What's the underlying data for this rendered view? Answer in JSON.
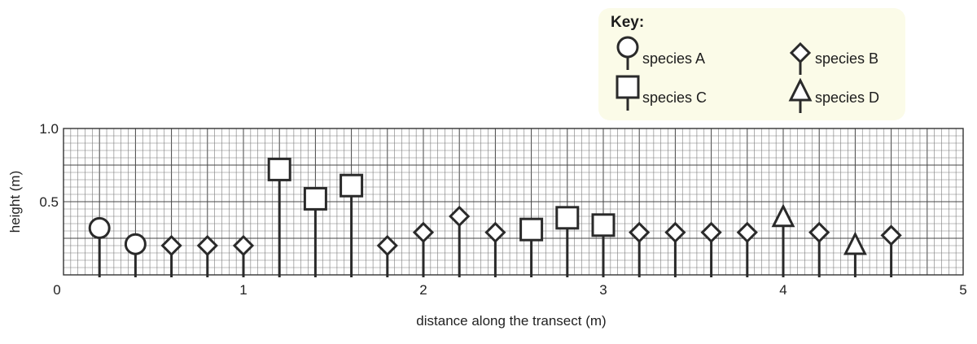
{
  "chart_data": {
    "type": "scatter",
    "title": "",
    "xlabel": "distance along the transect (m)",
    "ylabel": "height (m)",
    "xlim": [
      0,
      5
    ],
    "ylim": [
      0,
      1.0
    ],
    "x_ticks": [
      "0",
      "1",
      "2",
      "3",
      "4",
      "5"
    ],
    "y_ticks": [
      "0.5",
      "1.0"
    ],
    "grid": true,
    "legend": {
      "title": "Key:",
      "placement": "top-right"
    },
    "series": [
      {
        "name": "species A",
        "marker": "circle",
        "points": [
          [
            0.2,
            0.32
          ],
          [
            0.4,
            0.21
          ]
        ]
      },
      {
        "name": "species B",
        "marker": "diamond",
        "points": [
          [
            0.6,
            0.2
          ],
          [
            0.8,
            0.2
          ],
          [
            1.0,
            0.2
          ],
          [
            1.8,
            0.2
          ],
          [
            2.0,
            0.29
          ],
          [
            2.2,
            0.4
          ],
          [
            2.4,
            0.29
          ],
          [
            3.2,
            0.29
          ],
          [
            3.4,
            0.29
          ],
          [
            3.6,
            0.29
          ],
          [
            3.8,
            0.29
          ],
          [
            4.2,
            0.29
          ],
          [
            4.6,
            0.27
          ]
        ]
      },
      {
        "name": "species C",
        "marker": "square",
        "points": [
          [
            1.2,
            0.72
          ],
          [
            1.4,
            0.52
          ],
          [
            1.6,
            0.61
          ],
          [
            2.6,
            0.31
          ],
          [
            2.8,
            0.39
          ],
          [
            3.0,
            0.34
          ]
        ]
      },
      {
        "name": "species D",
        "marker": "triangle",
        "points": [
          [
            4.0,
            0.39
          ],
          [
            4.4,
            0.2
          ]
        ]
      }
    ]
  }
}
